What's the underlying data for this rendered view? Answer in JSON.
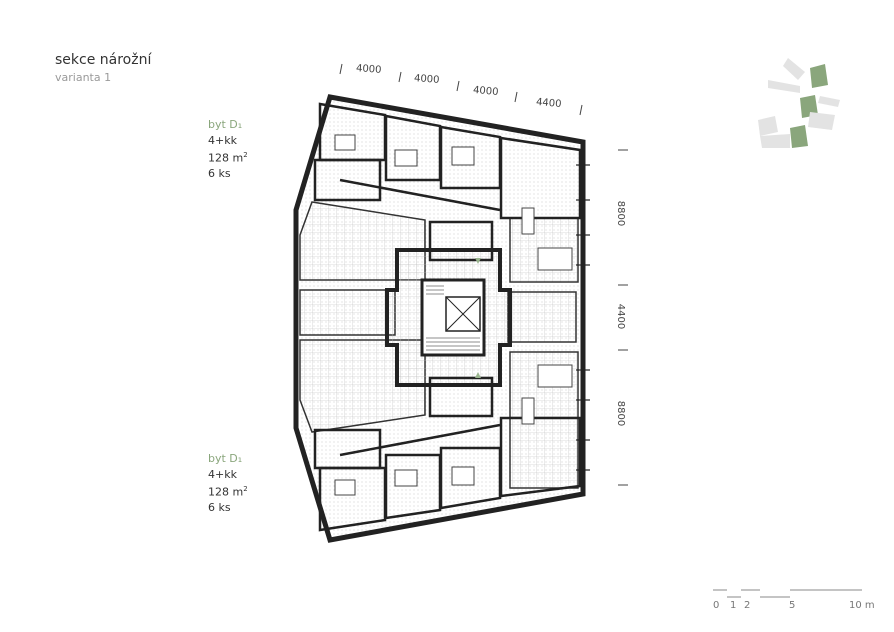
{
  "header": {
    "title": "sekce nárožní",
    "subtitle": "varianta 1"
  },
  "units": [
    {
      "name": "byt D₁",
      "type": "4+kk",
      "area_value": "128 m",
      "area_sup": "2",
      "count": "6 ks"
    },
    {
      "name": "byt D₁",
      "type": "4+kk",
      "area_value": "128 m",
      "area_sup": "2",
      "count": "6 ks"
    }
  ],
  "dimensions": {
    "top": [
      "4000",
      "4000",
      "4000",
      "4400"
    ],
    "right": [
      "8800",
      "4400",
      "8800"
    ]
  },
  "scale_bar": {
    "labels": [
      "0",
      "1",
      "2",
      "5",
      "10 m"
    ]
  },
  "colors": {
    "accent_green": "#8aa67c",
    "line": "#222222",
    "hatch": "#d9d9d9"
  }
}
